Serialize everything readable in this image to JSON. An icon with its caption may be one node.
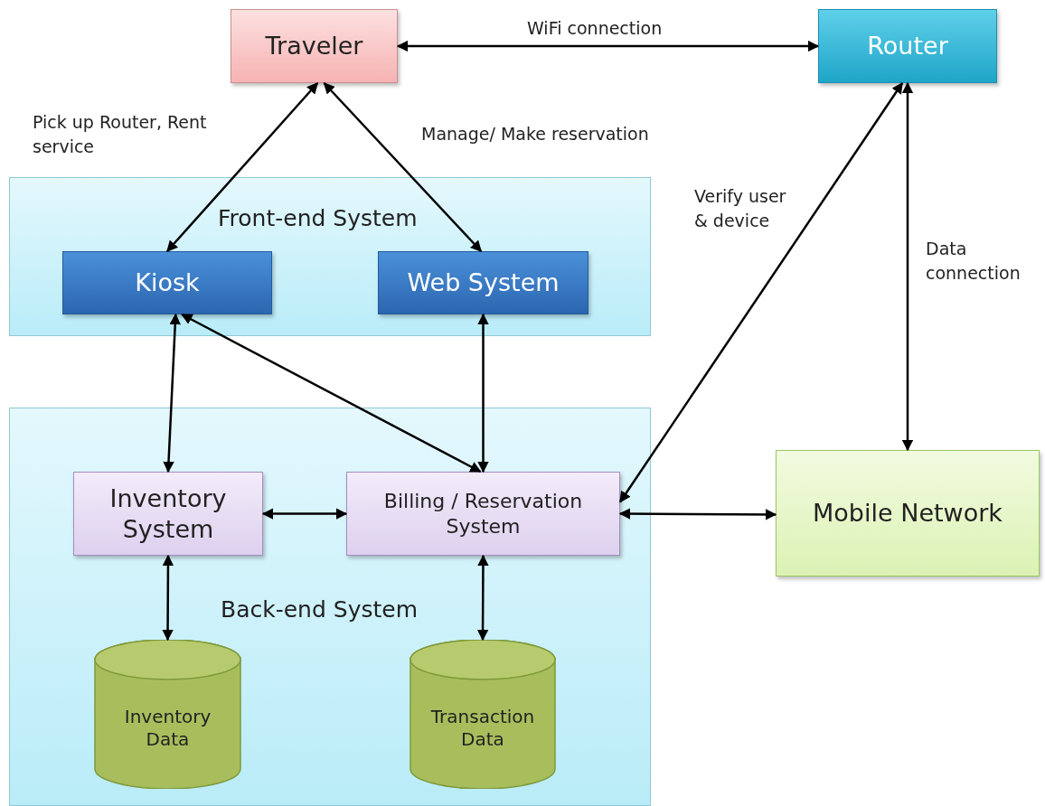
{
  "diagram": {
    "nodes": [
      {
        "text": [
          "Traveler"
        ]
      },
      {
        "text": [
          "Router"
        ]
      },
      {
        "text": [
          "Front-end System"
        ]
      },
      {
        "text": [
          "Kiosk"
        ],
        "in": 2
      },
      {
        "text": [
          "Web System"
        ],
        "in": 2
      },
      {
        "text": [
          "Back-end System"
        ]
      },
      {
        "text": [
          "Inventory System"
        ],
        "in": 5
      },
      {
        "text": [
          "Billing / Reservation System"
        ],
        "in": 5
      },
      {
        "text": [
          "Inventory Data"
        ],
        "in": 5
      },
      {
        "text": [
          "Transaction Data"
        ],
        "in": 5
      },
      {
        "text": [
          "Mobile Network"
        ]
      }
    ],
    "edges": [
      {
        "from": 0,
        "to": 1,
        "arrow": "both",
        "label": "WiFi connection"
      },
      {
        "from": 0,
        "to": 3,
        "arrow": "both",
        "label": "Pick up Router, Rent service"
      },
      {
        "from": 0,
        "to": 4,
        "arrow": "both",
        "label": "Manage/ Make reservation"
      },
      {
        "from": 3,
        "to": 6,
        "arrow": "both"
      },
      {
        "from": 3,
        "to": 7,
        "arrow": "both"
      },
      {
        "from": 4,
        "to": 7,
        "arrow": "both"
      },
      {
        "from": 6,
        "to": 7,
        "arrow": "both"
      },
      {
        "from": 6,
        "to": 8,
        "arrow": "both"
      },
      {
        "from": 7,
        "to": 9,
        "arrow": "both"
      },
      {
        "from": 7,
        "to": 10,
        "arrow": "both"
      },
      {
        "from": 1,
        "to": 7,
        "arrow": "both",
        "label": "Verify user & device"
      },
      {
        "from": 1,
        "to": 10,
        "arrow": "both",
        "label": "Data connection"
      }
    ]
  }
}
